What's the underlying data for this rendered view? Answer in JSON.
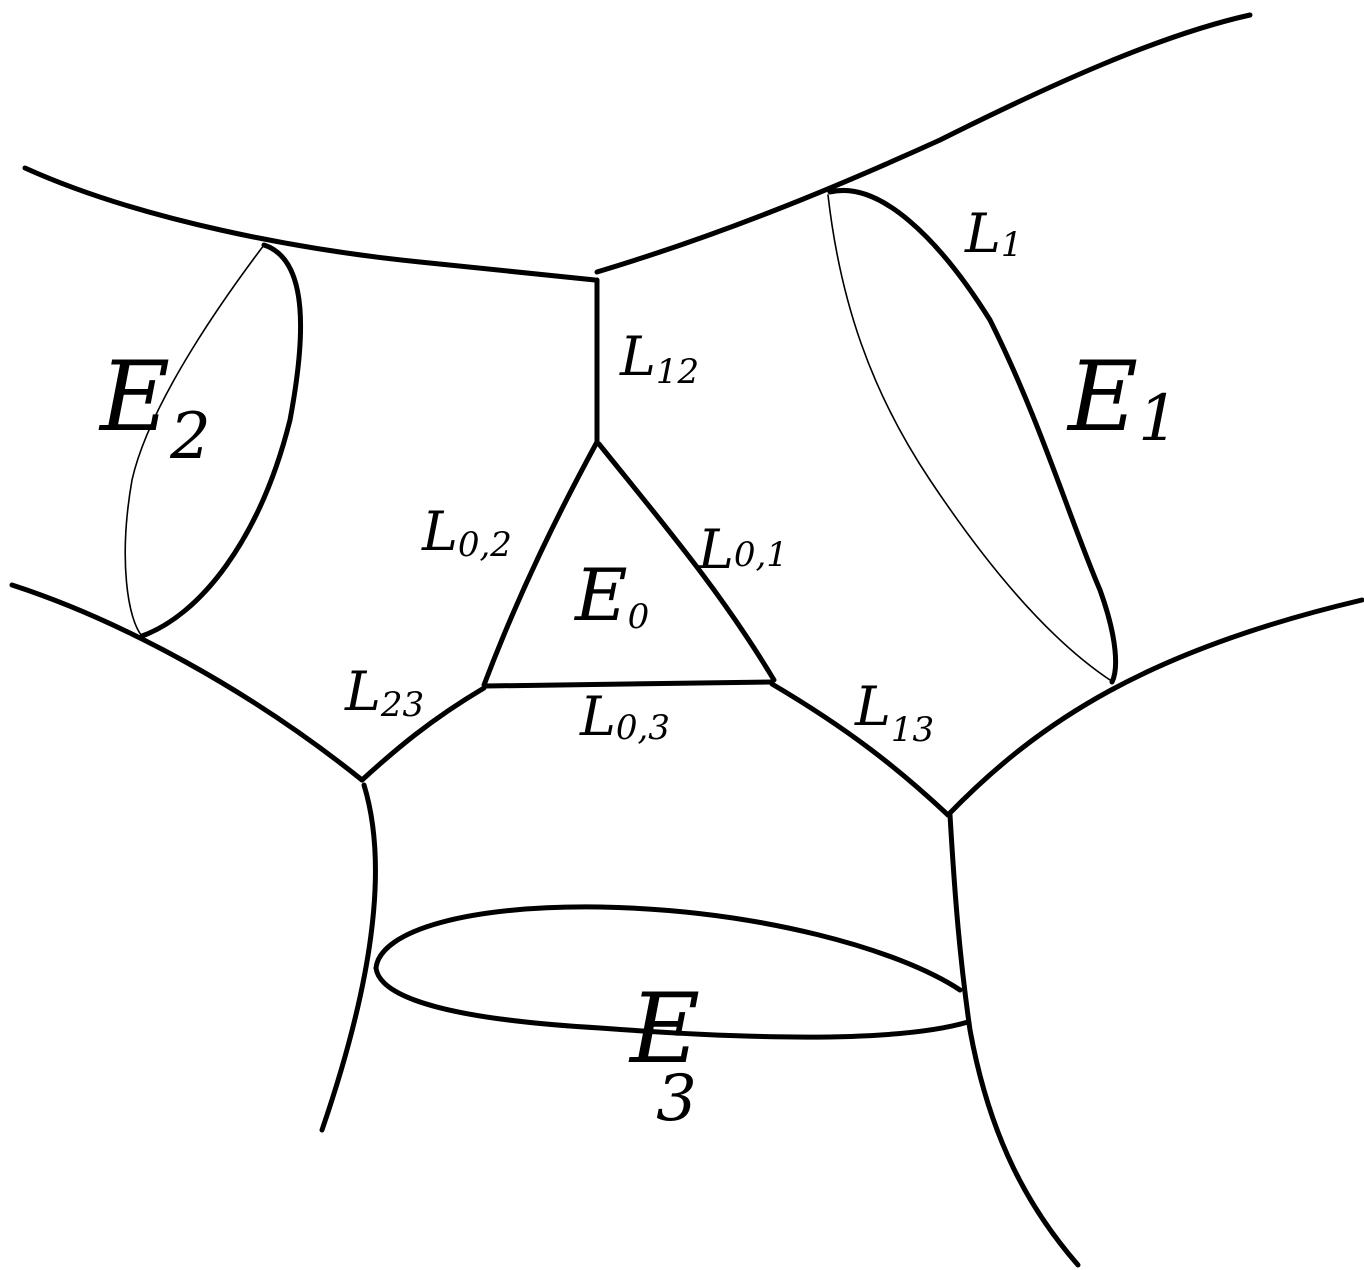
{
  "labels": {
    "E1": {
      "main": "E",
      "sub": "1"
    },
    "E2": {
      "main": "E",
      "sub": "2"
    },
    "E3": {
      "main": "E",
      "sub": "3"
    },
    "E0": {
      "main": "E",
      "sub": "0"
    },
    "L1": {
      "main": "L",
      "sub": "1"
    },
    "L12": {
      "main": "L",
      "sub": "12"
    },
    "L02": {
      "main": "L",
      "sub": "0,2"
    },
    "L01": {
      "main": "L",
      "sub": "0,1"
    },
    "L23": {
      "main": "L",
      "sub": "23"
    },
    "L03": {
      "main": "L",
      "sub": "0,3"
    },
    "L13": {
      "main": "L",
      "sub": "13"
    }
  }
}
